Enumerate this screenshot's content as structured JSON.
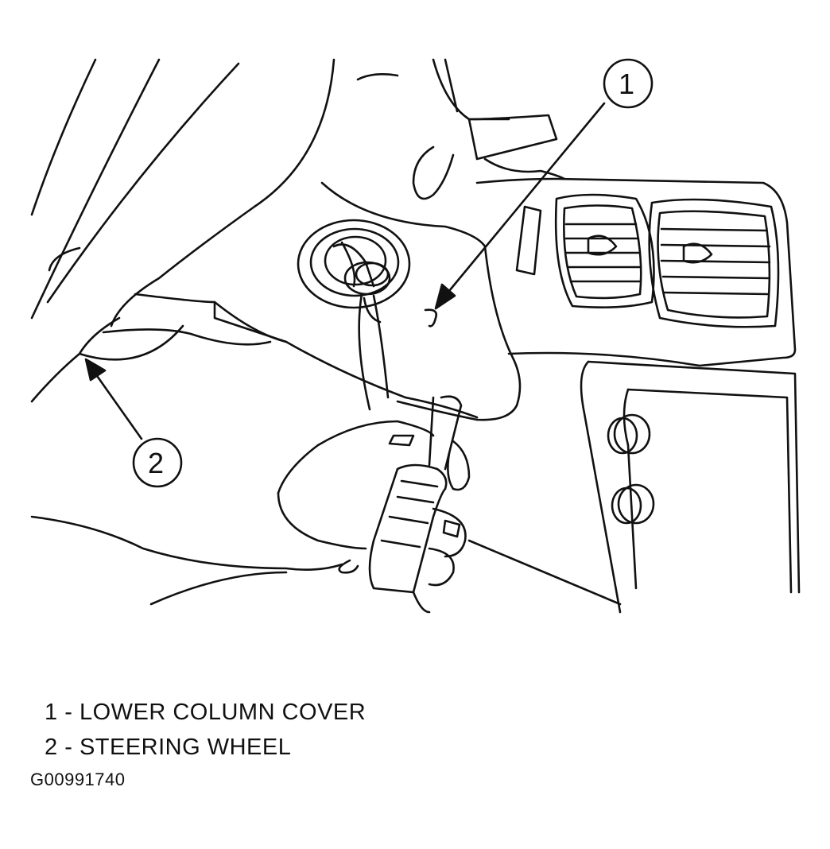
{
  "callouts": [
    {
      "number": "1",
      "label": "LOWER COLUMN COVER"
    },
    {
      "number": "2",
      "label": "STEERING WHEEL"
    }
  ],
  "legend": [
    {
      "number": "1",
      "separator": "-",
      "label": "LOWER COLUMN COVER"
    },
    {
      "number": "2",
      "separator": "-",
      "label": "STEERING WHEEL"
    }
  ],
  "figure_id": "G00991740"
}
